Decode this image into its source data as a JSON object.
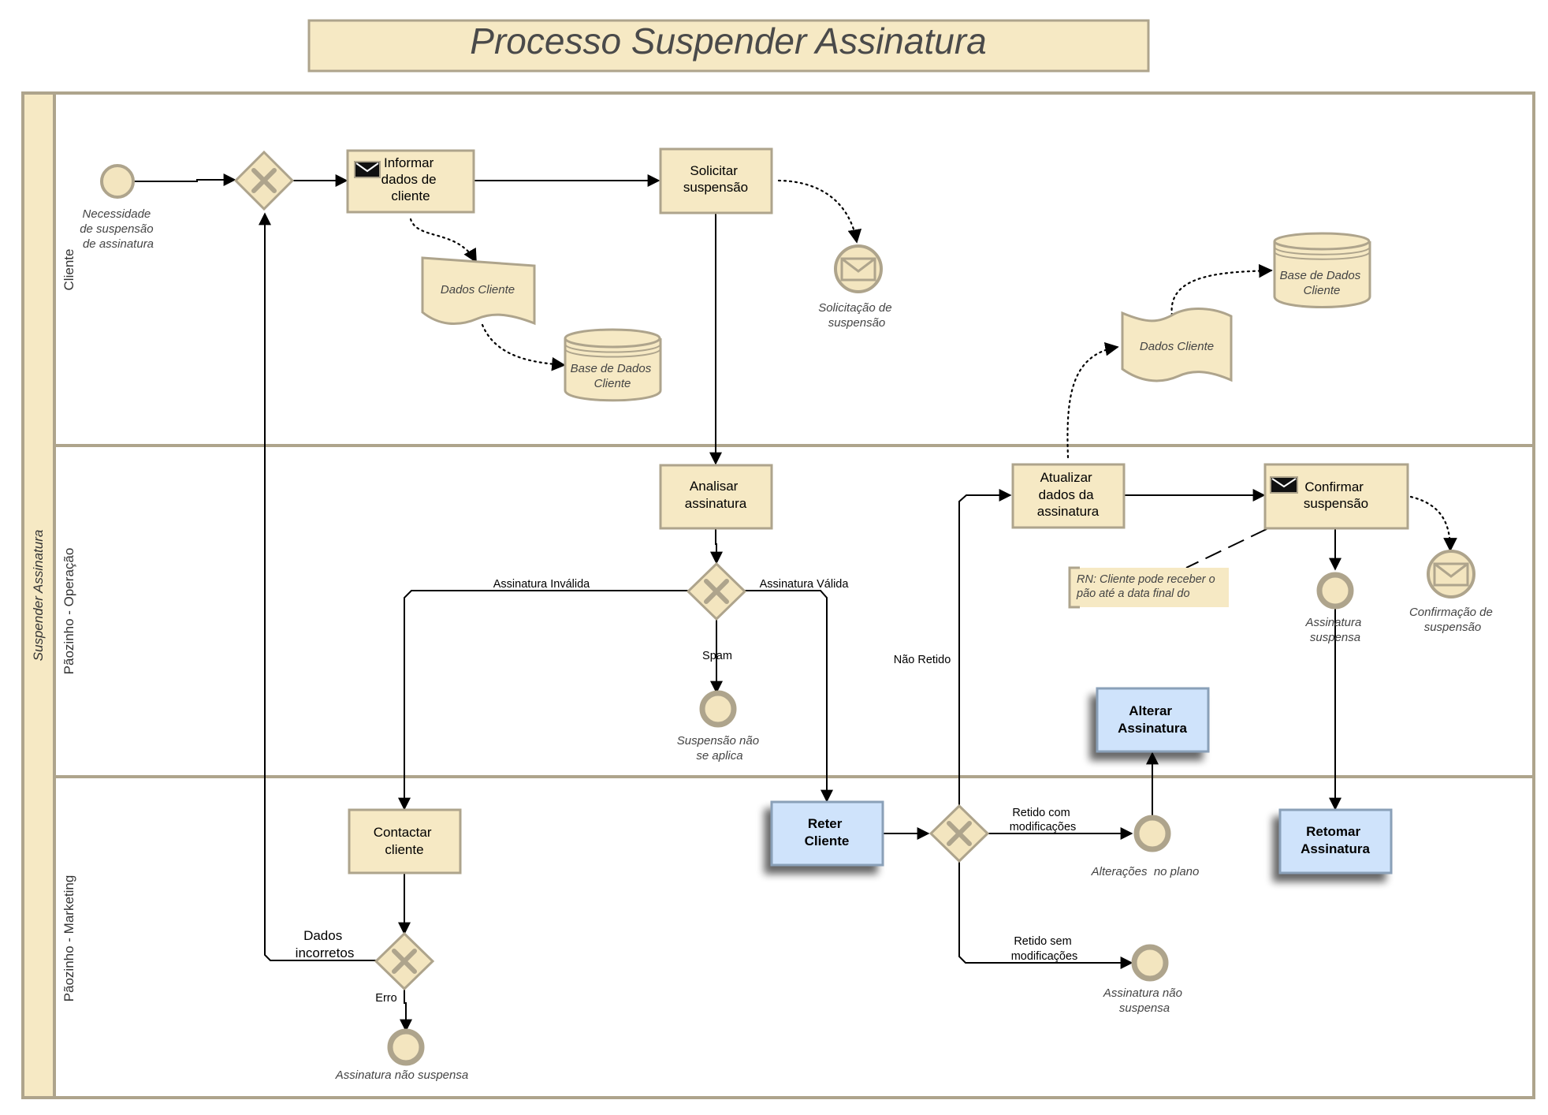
{
  "title": "Processo Suspender Assinatura",
  "pool": {
    "label": "Suspender Assinatura"
  },
  "lanes": {
    "cliente": "Cliente",
    "operacao": "Pãozinho - Operação",
    "marketing": "Pãozinho - Marketing"
  },
  "tasks": {
    "informar": [
      "Informar",
      "dados de",
      "cliente"
    ],
    "solicitar": [
      "Solicitar",
      "suspensão"
    ],
    "analisar": [
      "Analisar",
      "assinatura"
    ],
    "atualizar": [
      "Atualizar",
      "dados da",
      "assinatura"
    ],
    "confirmar": [
      "Confirmar",
      "suspensão"
    ],
    "alterar": [
      "Alterar",
      "Assinatura"
    ],
    "contactar": [
      "Contactar",
      "cliente"
    ],
    "reter": [
      "Reter",
      "Cliente"
    ],
    "retomar": [
      "Retomar",
      "Assinatura"
    ]
  },
  "events": {
    "start": [
      "Necessidade",
      "de suspensão",
      "de assinatura"
    ],
    "msg_solicitacao": [
      "Solicitação de",
      "suspensão"
    ],
    "msg_confirmacao": [
      "Confirmação de",
      "suspensão"
    ],
    "end_suspensa": [
      "Assinatura",
      "suspensa"
    ],
    "end_nao_aplica": [
      "Suspensão não",
      "se aplica"
    ],
    "end_alteracoes": [
      "Alterações  no plano"
    ],
    "end_nao_suspensa_1": [
      "Assinatura não",
      "suspensa"
    ],
    "end_nao_suspensa_2": [
      "Assinatura não suspensa"
    ]
  },
  "artifacts": {
    "doc_1": "Dados Cliente",
    "db_1": [
      "Base de Dados",
      "Cliente"
    ],
    "doc_2": "Dados Cliente",
    "db_2": [
      "Base de Dados",
      "Cliente"
    ]
  },
  "note": [
    "RN: Cliente pode receber o",
    "pão até a data final do"
  ],
  "flow_labels": {
    "invalida": "Assinatura Inválida",
    "valida": "Assinatura Válida",
    "spam": "Spam",
    "nao_retido": "Não Retido",
    "retido_com": [
      "Retido com",
      "modificações"
    ],
    "retido_sem": [
      "Retido sem",
      "modificações"
    ],
    "dados_incorretos": [
      "Dados",
      "incorretos"
    ],
    "erro": "Erro"
  }
}
